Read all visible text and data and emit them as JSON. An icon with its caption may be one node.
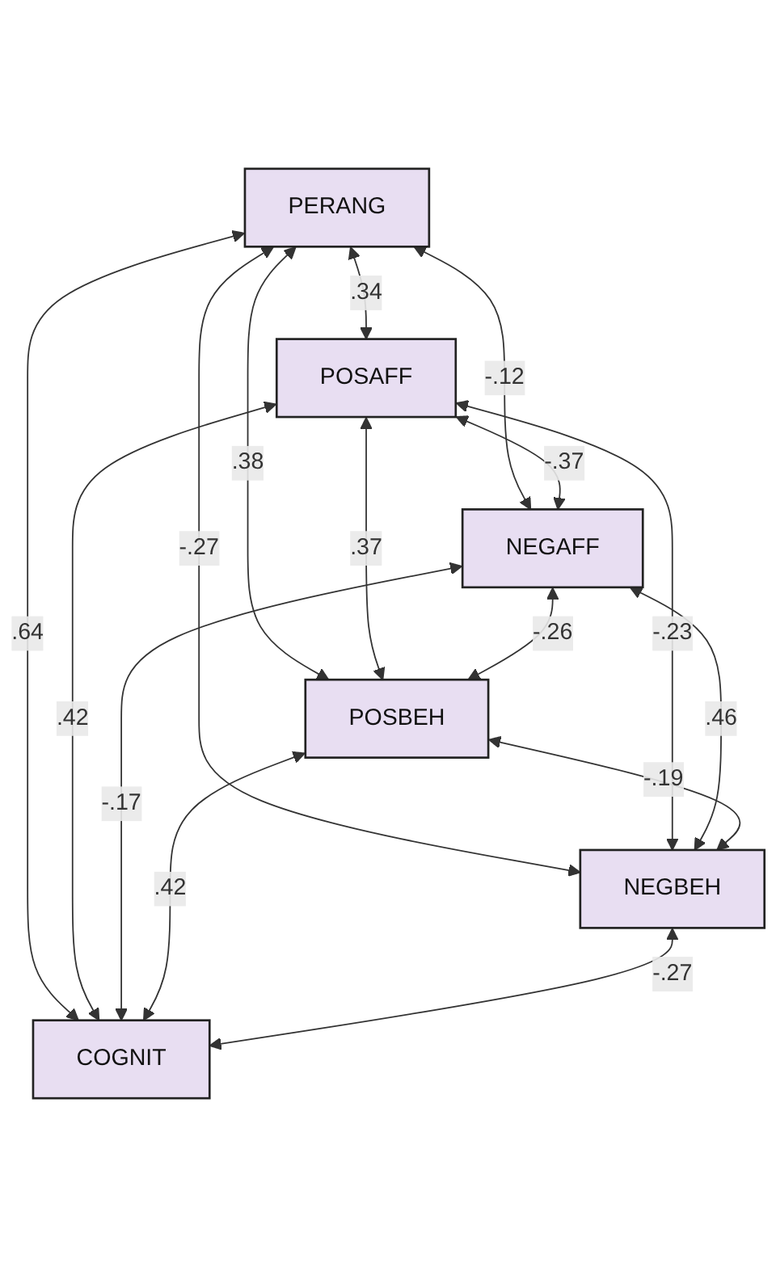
{
  "diagram": {
    "nodes": [
      {
        "text": [
          "PERANG"
        ]
      },
      {
        "text": [
          "POSAFF"
        ]
      },
      {
        "text": [
          "NEGAFF"
        ]
      },
      {
        "text": [
          "POSBEH"
        ]
      },
      {
        "text": [
          "NEGBEH"
        ]
      },
      {
        "text": [
          "COGNIT"
        ]
      }
    ],
    "edges": [
      {
        "from": 0,
        "to": 1,
        "arrow": "both",
        "label": ".34"
      },
      {
        "from": 0,
        "to": 2,
        "arrow": "both",
        "label": "-.12"
      },
      {
        "from": 0,
        "to": 3,
        "arrow": "both",
        "label": ".38"
      },
      {
        "from": 0,
        "to": 4,
        "arrow": "both",
        "label": "-.27"
      },
      {
        "from": 0,
        "to": 5,
        "arrow": "both",
        "label": ".64"
      },
      {
        "from": 1,
        "to": 2,
        "arrow": "both",
        "label": "-.37"
      },
      {
        "from": 1,
        "to": 3,
        "arrow": "both",
        "label": ".37"
      },
      {
        "from": 1,
        "to": 4,
        "arrow": "both",
        "label": "-.23"
      },
      {
        "from": 1,
        "to": 5,
        "arrow": "both",
        "label": ".42"
      },
      {
        "from": 2,
        "to": 3,
        "arrow": "both",
        "label": "-.26"
      },
      {
        "from": 2,
        "to": 4,
        "arrow": "both",
        "label": ".46"
      },
      {
        "from": 2,
        "to": 5,
        "arrow": "both",
        "label": "-.17"
      },
      {
        "from": 3,
        "to": 4,
        "arrow": "both",
        "label": "-.19"
      },
      {
        "from": 3,
        "to": 5,
        "arrow": "both",
        "label": ".42"
      },
      {
        "from": 4,
        "to": 5,
        "arrow": "both",
        "label": "-.27"
      }
    ]
  }
}
